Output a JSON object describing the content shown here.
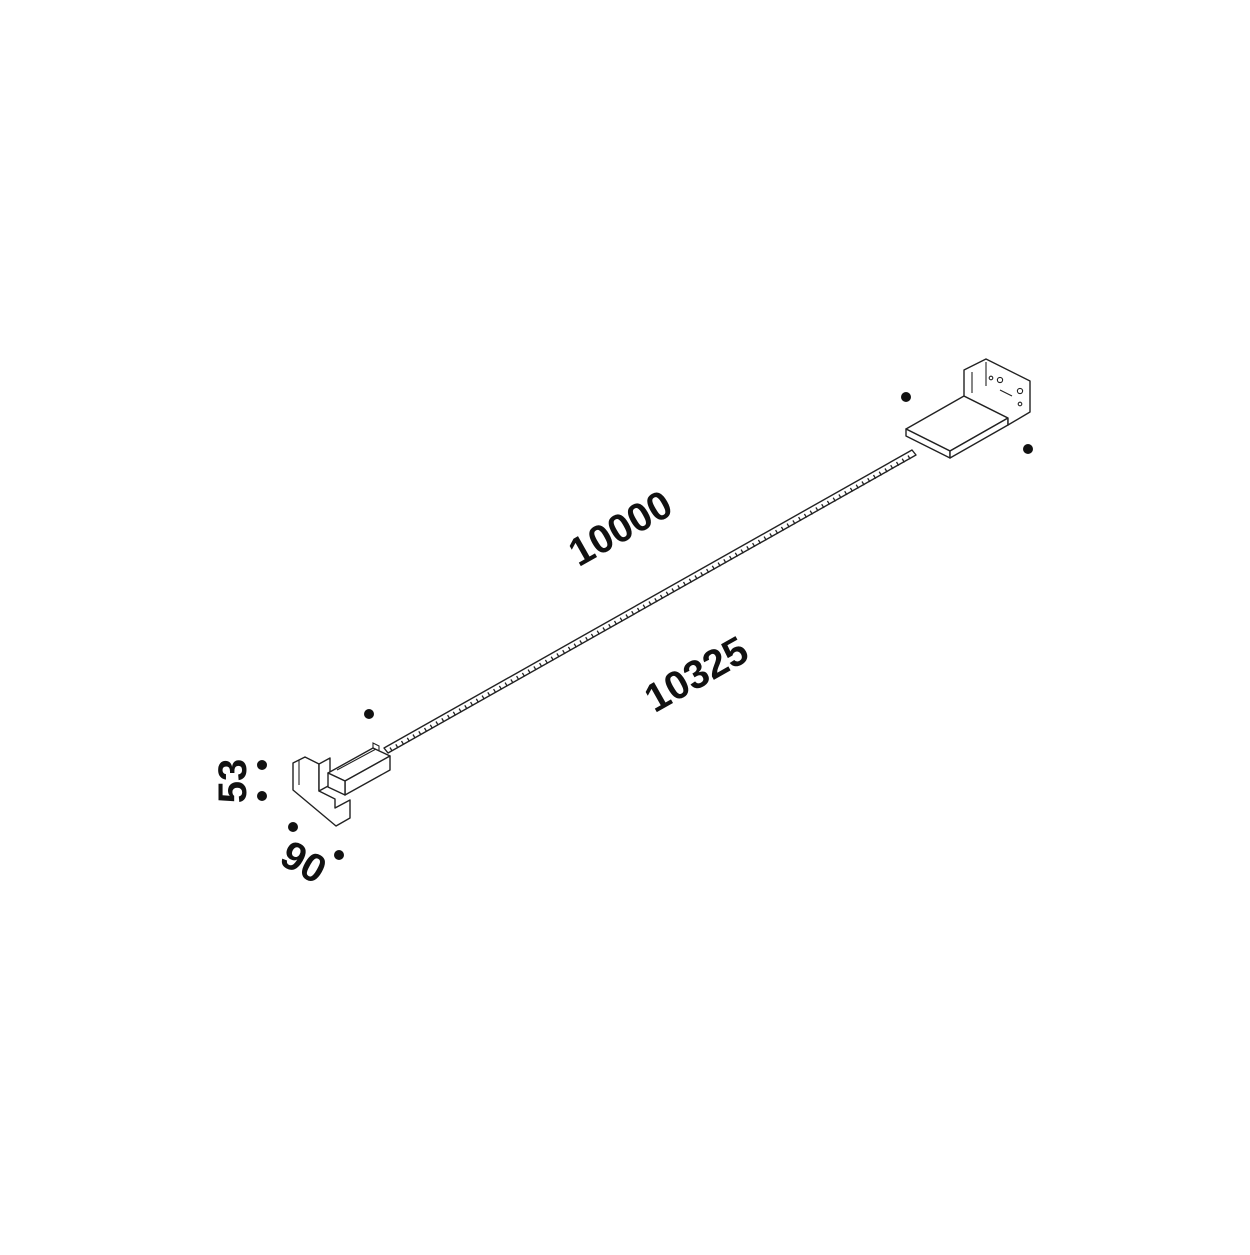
{
  "dimensions": {
    "length_inner": "10000",
    "length_total": "10325",
    "height": "53",
    "width": "90"
  },
  "colors": {
    "ink": "#111111",
    "background": "#ffffff"
  }
}
